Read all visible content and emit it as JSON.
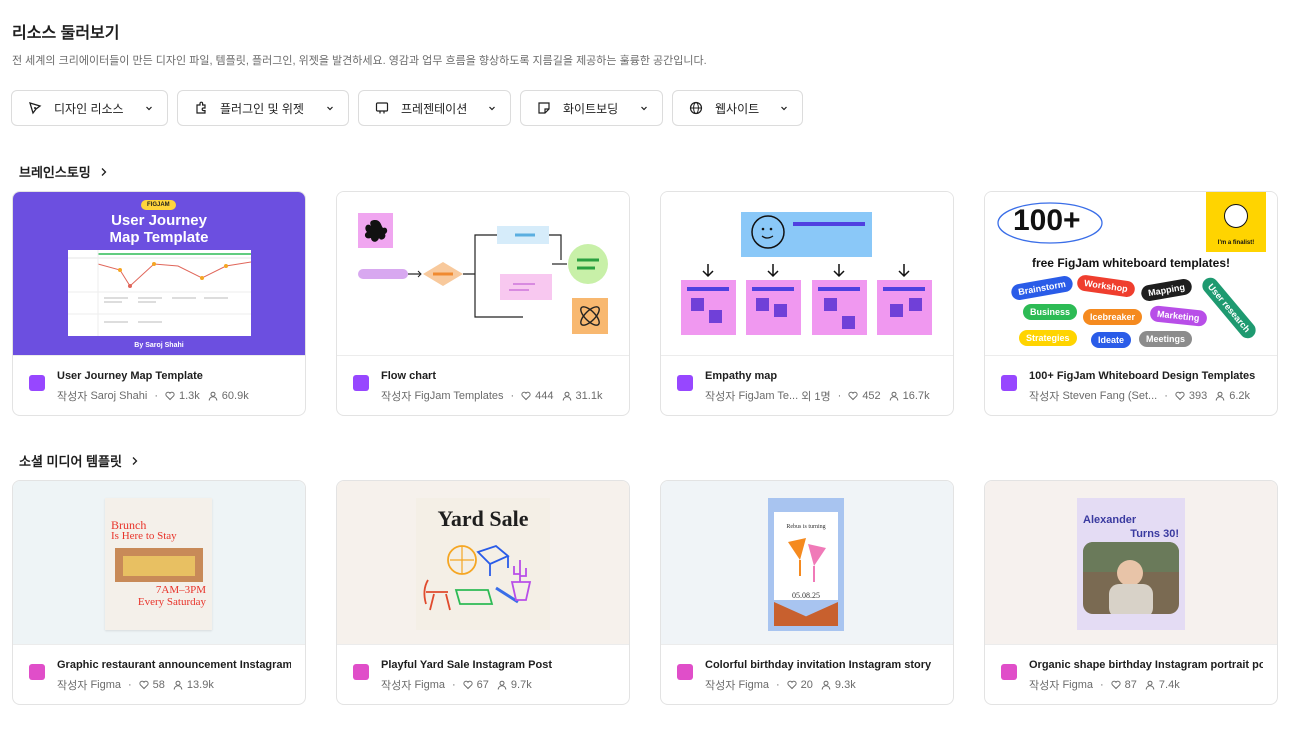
{
  "page": {
    "title": "리소스 둘러보기",
    "subtitle": "전 세계의 크리에이터들이 만든 디자인 파일, 템플릿, 플러그인, 위젯을 발견하세요. 영감과 업무 흐름을 향상하도록 지름길을 제공하는 훌륭한 공간입니다."
  },
  "filters": [
    {
      "label": "디자인 리소스",
      "icon": "pen-tool-icon"
    },
    {
      "label": "플러그인 및 위젯",
      "icon": "puzzle-icon"
    },
    {
      "label": "프레젠테이션",
      "icon": "presentation-icon"
    },
    {
      "label": "화이트보딩",
      "icon": "sticky-note-icon"
    },
    {
      "label": "웹사이트",
      "icon": "globe-icon"
    }
  ],
  "sections": [
    {
      "title": "브레인스토밍",
      "cards": [
        {
          "title": "User Journey Map Template",
          "by": "작성자",
          "author": "Saroj Shahi",
          "extra": "",
          "likes": "1.3k",
          "users": "60.9k",
          "thumb_title_1": "User Journey",
          "thumb_title_2": "Map Template",
          "thumb_badge": "FIGJAM",
          "thumb_footer": "By Saroj Shahi"
        },
        {
          "title": "Flow chart",
          "by": "작성자",
          "author": "FigJam Templates",
          "extra": "",
          "likes": "444",
          "users": "31.1k"
        },
        {
          "title": "Empathy map",
          "by": "작성자",
          "author": "FigJam Te...",
          "extra": "외 1명",
          "likes": "452",
          "users": "16.7k"
        },
        {
          "title": "100+ FigJam Whiteboard Design Templates",
          "by": "작성자",
          "author": "Steven Fang (Set...",
          "extra": "",
          "likes": "393",
          "users": "6.2k",
          "thumb_big": "100+",
          "thumb_line": "free FigJam whiteboard templates!",
          "thumb_badge": "I'm a finalist!",
          "tags": [
            "Brainstorm",
            "Workshop",
            "Mapping",
            "User research",
            "Business",
            "Icebreaker",
            "Marketing",
            "Strategies",
            "Ideate",
            "Meetings"
          ]
        }
      ]
    },
    {
      "title": "소셜 미디어 템플릿",
      "cards": [
        {
          "title": "Graphic restaurant announcement Instagram post",
          "by": "작성자",
          "author": "Figma",
          "extra": "",
          "likes": "58",
          "users": "13.9k",
          "thumb_line_1": "Brunch",
          "thumb_line_2": "Is Here to Stay",
          "thumb_line_3": "7AM–3PM",
          "thumb_line_4": "Every Saturday"
        },
        {
          "title": "Playful Yard Sale Instagram Post",
          "by": "작성자",
          "author": "Figma",
          "extra": "",
          "likes": "67",
          "users": "9.7k",
          "thumb_big": "Yard Sale"
        },
        {
          "title": "Colorful birthday invitation Instagram story",
          "by": "작성자",
          "author": "Figma",
          "extra": "",
          "likes": "20",
          "users": "9.3k",
          "thumb_line_1": "Rebus is turning",
          "thumb_line_2": "05.08.25"
        },
        {
          "title": "Organic shape birthday Instagram portrait post",
          "by": "작성자",
          "author": "Figma",
          "extra": "",
          "likes": "87",
          "users": "7.4k",
          "thumb_line_1": "Alexander",
          "thumb_line_2": "Turns 30!"
        }
      ]
    }
  ],
  "colors": {
    "figjam_icon": "#9747ff",
    "figma_icon": "#e04ec9",
    "purple_bg": "#6c4fe0"
  }
}
